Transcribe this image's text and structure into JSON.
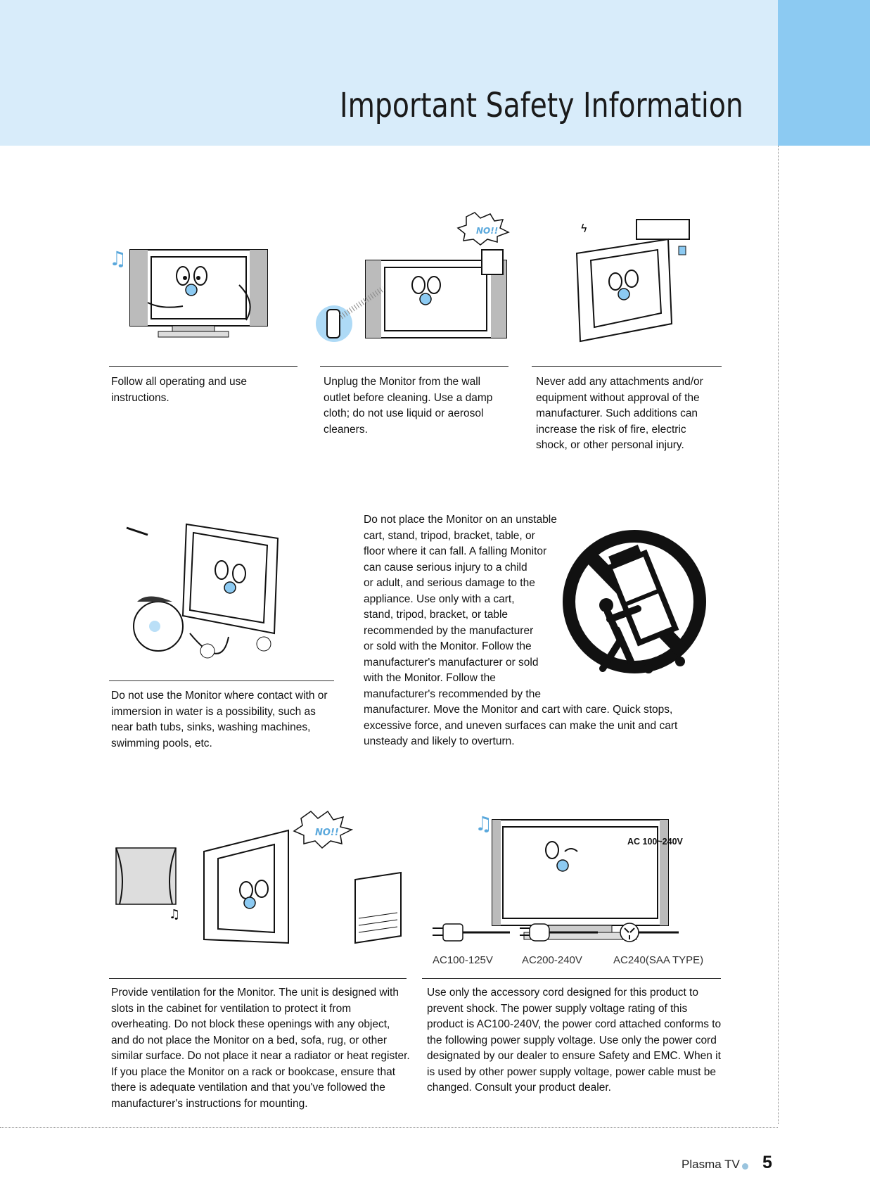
{
  "header": {
    "title": "Important Safety Information"
  },
  "items": [
    {
      "text": "Follow all operating and use instructions."
    },
    {
      "text": "Unplug the Monitor from the wall outlet before cleaning. Use a damp cloth; do not use liquid or aerosol cleaners.",
      "badge": "NO!!"
    },
    {
      "text": "Never add any attachments and/or equipment without approval of the manufacturer. Such additions can increase the risk of fire, electric shock, or other personal injury."
    },
    {
      "text": "Do not use the Monitor where contact with or immersion in water is a possibility, such as near bath tubs, sinks, washing machines, swimming pools, etc."
    },
    {
      "text_lines": [
        "Do not place the Monitor on an unstable",
        "cart, stand, tripod, bracket, table, or",
        "floor where it can fall. A falling Monitor",
        "can cause serious injury to a child",
        "or adult, and serious damage to the",
        "appliance. Use  only with a cart,",
        "stand, tripod, bracket, or table",
        "recommended by the manufacturer",
        "or sold with the Monitor. Follow the",
        "manufacturer's manufacturer or sold",
        "with the Monitor.  Follow the",
        "manufacturer's recommended by the",
        "manufacturer. Move the Monitor and cart with care. Quick stops,",
        "excessive force, and uneven surfaces can make the unit and cart",
        "unsteady and likely to overturn."
      ]
    },
    {
      "text": "Provide ventilation for the Monitor. The unit is designed with slots in the cabinet for ventilation to protect it from overheating. Do not block these openings with any object, and do not place the Monitor on a bed, sofa, rug, or other similar surface. Do not place it near a radiator or heat register. If you place the Monitor on a rack or bookcase, ensure that there is adequate ventilation and that you've followed the manufacturer's instructions for mounting.",
      "badge": "NO!!"
    },
    {
      "text": "Use only the accessory cord designed for this product to prevent shock. The power supply voltage rating of this product is AC100-240V, the power cord attached conforms to the following power supply voltage. Use only the power cord designated by our dealer to ensure Safety and EMC. When it is used by other power supply voltage, power cable must be changed. Consult your product dealer.",
      "voltage_label": "AC 100~240V",
      "plugs": [
        "AC100-125V",
        "AC200-240V",
        "AC240(SAA TYPE)"
      ]
    }
  ],
  "footer": {
    "label": "Plasma TV",
    "page": "5"
  }
}
